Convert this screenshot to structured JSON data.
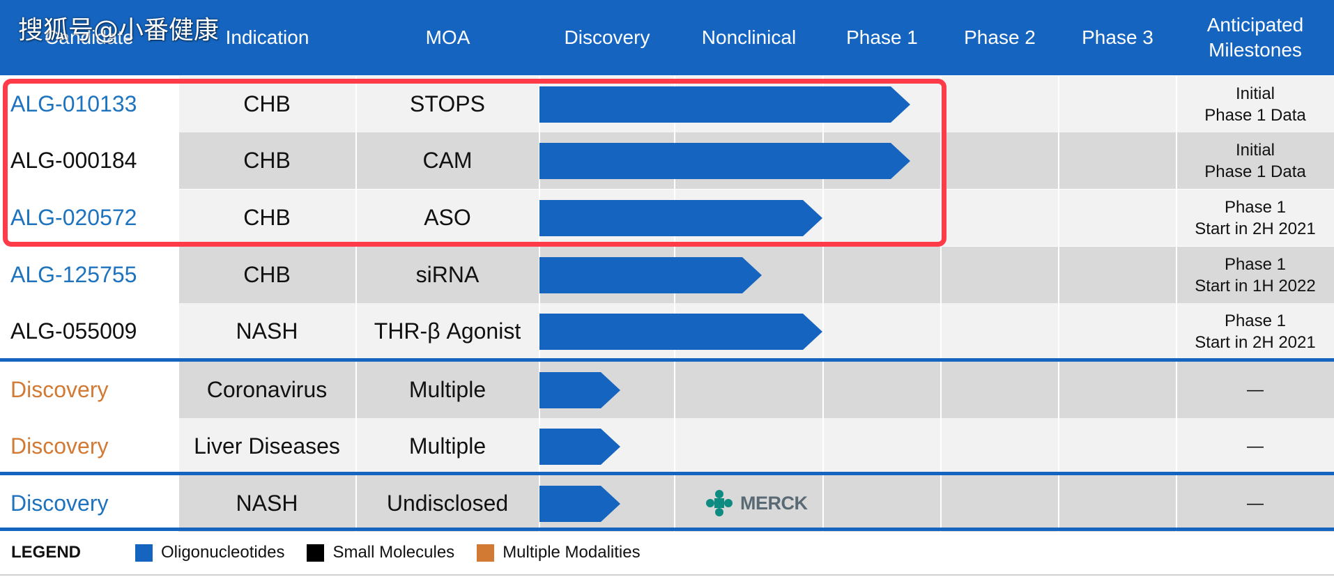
{
  "watermark": "搜狐号@小番健康",
  "header": {
    "candidate": "Candidate",
    "indication": "Indication",
    "moa": "MOA",
    "discovery": "Discovery",
    "nonclinical": "Nonclinical",
    "phase1": "Phase 1",
    "phase2": "Phase 2",
    "phase3": "Phase 3",
    "milestones": "Anticipated\nMilestones"
  },
  "rows": [
    {
      "candidate": "ALG-010133",
      "indication": "CHB",
      "moa": "STOPS",
      "milestone": "Initial\nPhase 1 Data",
      "stage_progress": "Phase 1 (mid)"
    },
    {
      "candidate": "ALG-000184",
      "indication": "CHB",
      "moa": "CAM",
      "milestone": "Initial\nPhase 1 Data",
      "stage_progress": "Phase 1 (mid)"
    },
    {
      "candidate": "ALG-020572",
      "indication": "CHB",
      "moa": "ASO",
      "milestone": "Phase 1\nStart in 2H 2021",
      "stage_progress": "Nonclinical (complete)"
    },
    {
      "candidate": "ALG-125755",
      "indication": "CHB",
      "moa": "siRNA",
      "milestone": "Phase 1\nStart in 1H 2022",
      "stage_progress": "Nonclinical (partial)"
    },
    {
      "candidate": "ALG-055009",
      "indication": "NASH",
      "moa": "THR-β Agonist",
      "milestone": "Phase 1\nStart in 2H 2021",
      "stage_progress": "Nonclinical (complete)"
    },
    {
      "candidate": "Discovery",
      "indication": "Coronavirus",
      "moa": "Multiple",
      "milestone": "—",
      "stage_progress": "Discovery"
    },
    {
      "candidate": "Discovery",
      "indication": "Liver Diseases",
      "moa": "Multiple",
      "milestone": "—",
      "stage_progress": "Discovery"
    },
    {
      "candidate": "Discovery",
      "indication": "NASH",
      "moa": "Undisclosed",
      "milestone": "—",
      "stage_progress": "Discovery"
    }
  ],
  "partner_logo": "MERCK",
  "legend": {
    "title": "LEGEND",
    "items": [
      {
        "label": "Oligonucleotides",
        "color": "#1565c0"
      },
      {
        "label": "Small Molecules",
        "color": "#000000"
      },
      {
        "label": "Multiple Modalities",
        "color": "#d27a34"
      }
    ]
  },
  "colors": {
    "header_bg": "#1565c0",
    "bar": "#1565c0",
    "candidate_blue": "#1e73be",
    "candidate_black": "#111111",
    "candidate_orange": "#d27a34",
    "highlight": "#ff3b4a"
  }
}
